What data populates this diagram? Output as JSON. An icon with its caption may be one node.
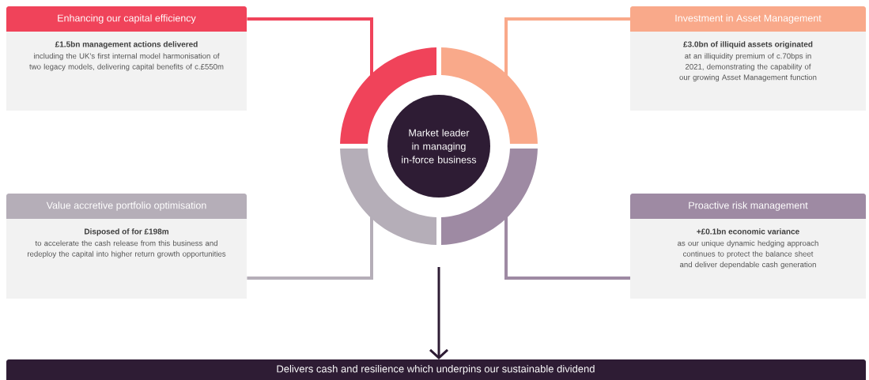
{
  "diagram": {
    "nodes": [
      {
        "text": [
          "Enhancing our capital efficiency",
          "£1.5bn management actions delivered",
          "including the UK’s first internal model harmonisation of two legacy models, delivering capital benefits of c.£550m"
        ]
      },
      {
        "text": [
          "Investment in Asset Management",
          "£3.0bn of illiquid assets originated",
          "at an illiquidity premium of c.70bps in 2021, demonstrating the capability of our growing Asset Management function"
        ]
      },
      {
        "text": [
          "Value accretive portfolio optimisation",
          "Disposed of for £198m",
          "to accelerate the cash release from this business and redeploy the capital into higher return growth opportunities"
        ]
      },
      {
        "text": [
          "Proactive risk management",
          "+£0.1bn economic variance",
          "as our unique dynamic hedging approach continues to protect the balance sheet and deliver dependable cash generation"
        ]
      },
      {
        "text": [],
        "shape": "arc"
      },
      {
        "text": [],
        "shape": "arc"
      },
      {
        "text": [],
        "shape": "arc"
      },
      {
        "text": [],
        "shape": "arc"
      },
      {
        "text": [
          "Market leader in managing in-force business"
        ]
      },
      {
        "text": [
          "Delivers cash and resilience which underpins our sustainable dividend"
        ]
      }
    ],
    "edges": [
      {
        "from": 0,
        "to": 4,
        "arrow": "none",
        "color": "#f0435a"
      },
      {
        "from": 1,
        "to": 5,
        "arrow": "none",
        "color": "#f9a98a"
      },
      {
        "from": 2,
        "to": 6,
        "arrow": "none",
        "color": "#b5aeb8"
      },
      {
        "from": 3,
        "to": 7,
        "arrow": "none",
        "color": "#9e8aa3"
      },
      {
        "from": null,
        "to": 9,
        "arrow": "to",
        "color": "#2e1c34"
      }
    ]
  }
}
